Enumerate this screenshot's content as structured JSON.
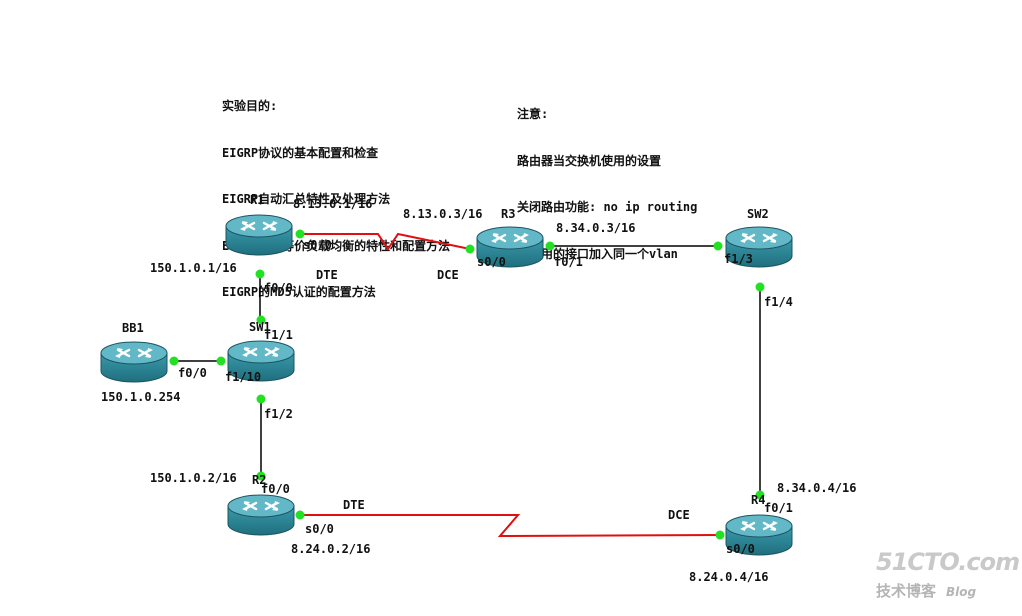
{
  "objectives": {
    "heading": "实验目的:",
    "items": [
      "EIGRP协议的基本配置和检查",
      "EIGRP自动汇总特性及处理方法",
      "EIGRP的不等价负载均衡的特性和配置方法",
      "EIGRP的MD5认证的配置方法"
    ]
  },
  "notes": {
    "heading": "注意:",
    "items": [
      "路由器当交换机使用的设置",
      "关闭路由功能: no ip routing",
      "所使用的接口加入同一个vlan"
    ]
  },
  "devices": {
    "r1": "R1",
    "r2": "R2",
    "r3": "R3",
    "r4": "R4",
    "sw1": "SW1",
    "sw2": "SW2",
    "bb1": "BB1"
  },
  "labels": {
    "r1_s00_ip": "8.13.0.1/16",
    "r1_s00": "s0/0",
    "r1_dte": "DTE",
    "r1_f00_ip": "150.1.0.1/16",
    "r1_f00": "f0/0",
    "r3_s00_ip": "8.13.0.3/16",
    "r3_dce": "DCE",
    "r3_s00": "s0/0",
    "r3_f01_ip": "8.34.0.3/16",
    "r3_f01": "f0/1",
    "sw2_f13": "f1/3",
    "sw2_f14": "f1/4",
    "sw1_f11": "f1/1",
    "sw1_f110": "f1/10",
    "sw1_f12": "f1/2",
    "bb1_f00": "f0/0",
    "bb1_ip": "150.1.0.254",
    "r2_f00_ip": "150.1.0.2/16",
    "r2_f00": "f0/0",
    "r2_dte": "DTE",
    "r2_s00": "s0/0",
    "r2_s00_ip": "8.24.0.2/16",
    "r4_f01_ip": "8.34.0.4/16",
    "r4_f01": "f0/1",
    "r4_dce": "DCE",
    "r4_s00": "s0/0",
    "r4_s00_ip": "8.24.0.4/16"
  },
  "watermark": {
    "site": "51CTO.com",
    "tagline": "技术博客",
    "blog": "Blog"
  },
  "colors": {
    "serial_link": "#e01010",
    "ethernet_link": "#000000",
    "port_dot": "#22e022",
    "router_body": "#2c8a9a",
    "router_top": "#5fb3c3"
  }
}
